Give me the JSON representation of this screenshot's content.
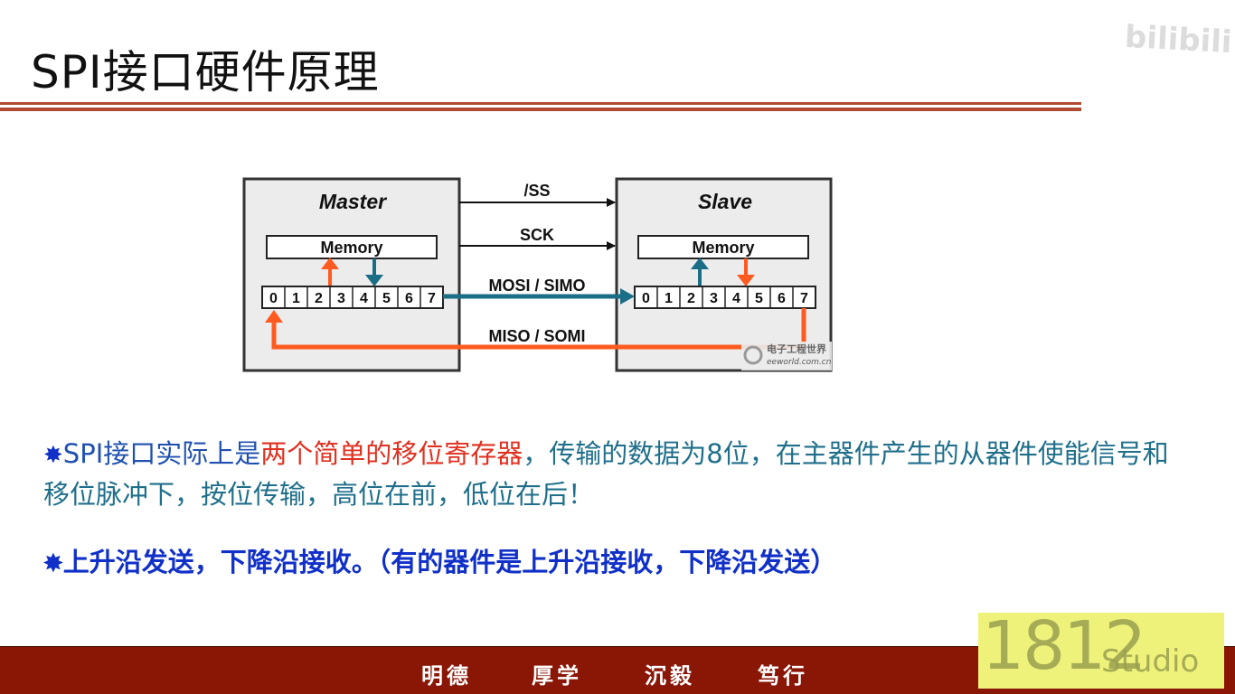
{
  "slide": {
    "title": "SPI接口硬件原理",
    "watermark": "bilibili"
  },
  "diagram": {
    "master_label": "Master",
    "slave_label": "Slave",
    "memory_label": "Memory",
    "bits": [
      "0",
      "1",
      "2",
      "3",
      "4",
      "5",
      "6",
      "7"
    ],
    "signals": {
      "ss": "/SS",
      "sck": "SCK",
      "mosi": "MOSI / SIMO",
      "miso": "MISO / SOMI"
    },
    "logo_text": "电子工程世界",
    "logo_url": "eeworld.com.cn",
    "colors": {
      "orange": "#ff5a1f",
      "teal": "#1a6e86",
      "box_fill": "#ececec"
    }
  },
  "bullets": {
    "star": "✸",
    "b1_part1": "SPI接口实际上是",
    "b1_part2": "两个简单的移位寄存器",
    "b1_part3": "，传输的数据为8位，在主器件产生的从器件使能信号和移位脉冲下，按位传输，高位在前，低位在后！",
    "b2": "上升沿发送，下降沿接收。（有的器件是上升沿接收，下降沿发送）"
  },
  "footer": {
    "m1": "明德",
    "m2": "厚学",
    "m3": "沉毅",
    "m4": "笃行",
    "studio_num": "1812",
    "studio_txt": "Studio"
  }
}
